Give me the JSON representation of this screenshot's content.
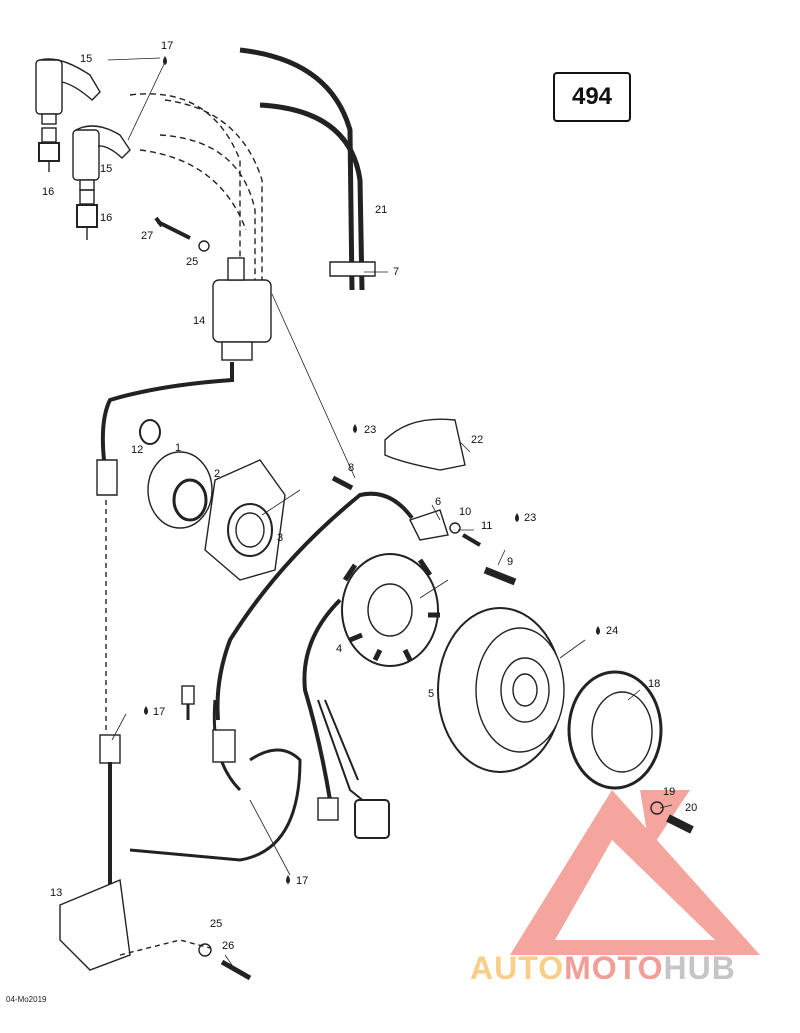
{
  "diagram": {
    "page_number": "494",
    "reference_code": "04-Mo2019",
    "callouts": [
      "15",
      "17",
      "15",
      "16",
      "16",
      "21",
      "27",
      "25",
      "7",
      "14",
      "12",
      "1",
      "23",
      "22",
      "2",
      "8",
      "6",
      "10",
      "23",
      "3",
      "11",
      "9",
      "4",
      "24",
      "5",
      "18",
      "17",
      "19",
      "20",
      "17",
      "13",
      "25",
      "26"
    ]
  },
  "watermark": {
    "part1": "AUTO",
    "part2": "MOTO",
    "part3": "HUB",
    "colors": {
      "triangle": "#e84e40",
      "auto": "#f5a623",
      "moto": "#e84e40",
      "hub": "#999999"
    }
  }
}
